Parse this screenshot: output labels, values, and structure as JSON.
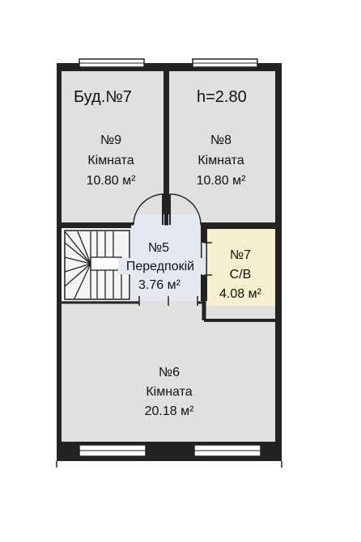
{
  "header": {
    "building_label": "Буд.№7",
    "height_label": "h=2.80"
  },
  "rooms": {
    "r9": {
      "number": "№9",
      "name": "Кімната",
      "area": "10.80 м²"
    },
    "r8": {
      "number": "№8",
      "name": "Кімната",
      "area": "10.80 м²"
    },
    "r5": {
      "number": "№5",
      "name": "Передпокій",
      "area": "3.76 м²"
    },
    "r7": {
      "number": "№7",
      "name": "С/В",
      "area": "4.08 м²"
    },
    "r6": {
      "number": "№6",
      "name": "Кімната",
      "area": "20.18 м²"
    }
  },
  "colors": {
    "room_fill": "#e0e0e0",
    "hall_fill": "#e3e8f1",
    "bath_fill": "#f6efce",
    "wall": "#222222"
  }
}
